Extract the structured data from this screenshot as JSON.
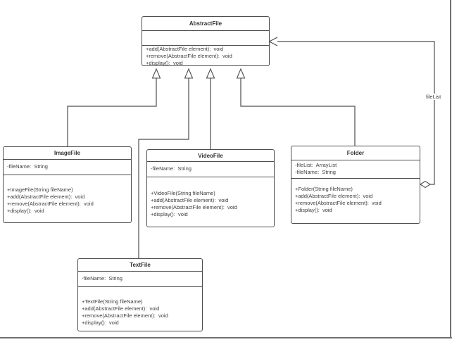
{
  "diagram": {
    "type": "uml-class-diagram",
    "colors": {
      "line": "#4d4d4d",
      "text": "#3e3e3e",
      "background": "#ffffff"
    },
    "classes": {
      "abstract_file": {
        "name": "AbstractFile",
        "attributes": [],
        "methods": [
          "+add(AbstractFile element):  void",
          "+remove(AbstractFile element):  void",
          "+display():  void"
        ]
      },
      "image_file": {
        "name": "ImageFile",
        "attributes": [
          "-fileName:  String"
        ],
        "methods": [
          "+ImageFile(String fileName)",
          "+add(AbstractFile element):  void",
          "+remove(AbstractFile element):  void",
          "+display():  void"
        ]
      },
      "video_file": {
        "name": "VideoFile",
        "attributes": [
          "-fileName:  String"
        ],
        "methods": [
          "+VideoFile(String fileName)",
          "+add(AbstractFile element):  void",
          "+remove(AbstractFile element):  void",
          "+display():  void"
        ]
      },
      "text_file": {
        "name": "TextFile",
        "attributes": [
          "-fileName:  String"
        ],
        "methods": [
          "+TextFile(String fileName)",
          "+add(AbstractFile element):  void",
          "+remove(AbstractFile element):  void",
          "+display():  void"
        ]
      },
      "folder": {
        "name": "Folder",
        "attributes": [
          "-fileList:  ArrayList",
          "-fileName:  String"
        ],
        "methods": [
          "+Folder(String fileName)",
          "+add(AbstractFile element):  void",
          "+remove(AbstractFile element):  void",
          "+display():  void"
        ]
      }
    },
    "relationships": {
      "aggregation_label": "fileList"
    }
  }
}
